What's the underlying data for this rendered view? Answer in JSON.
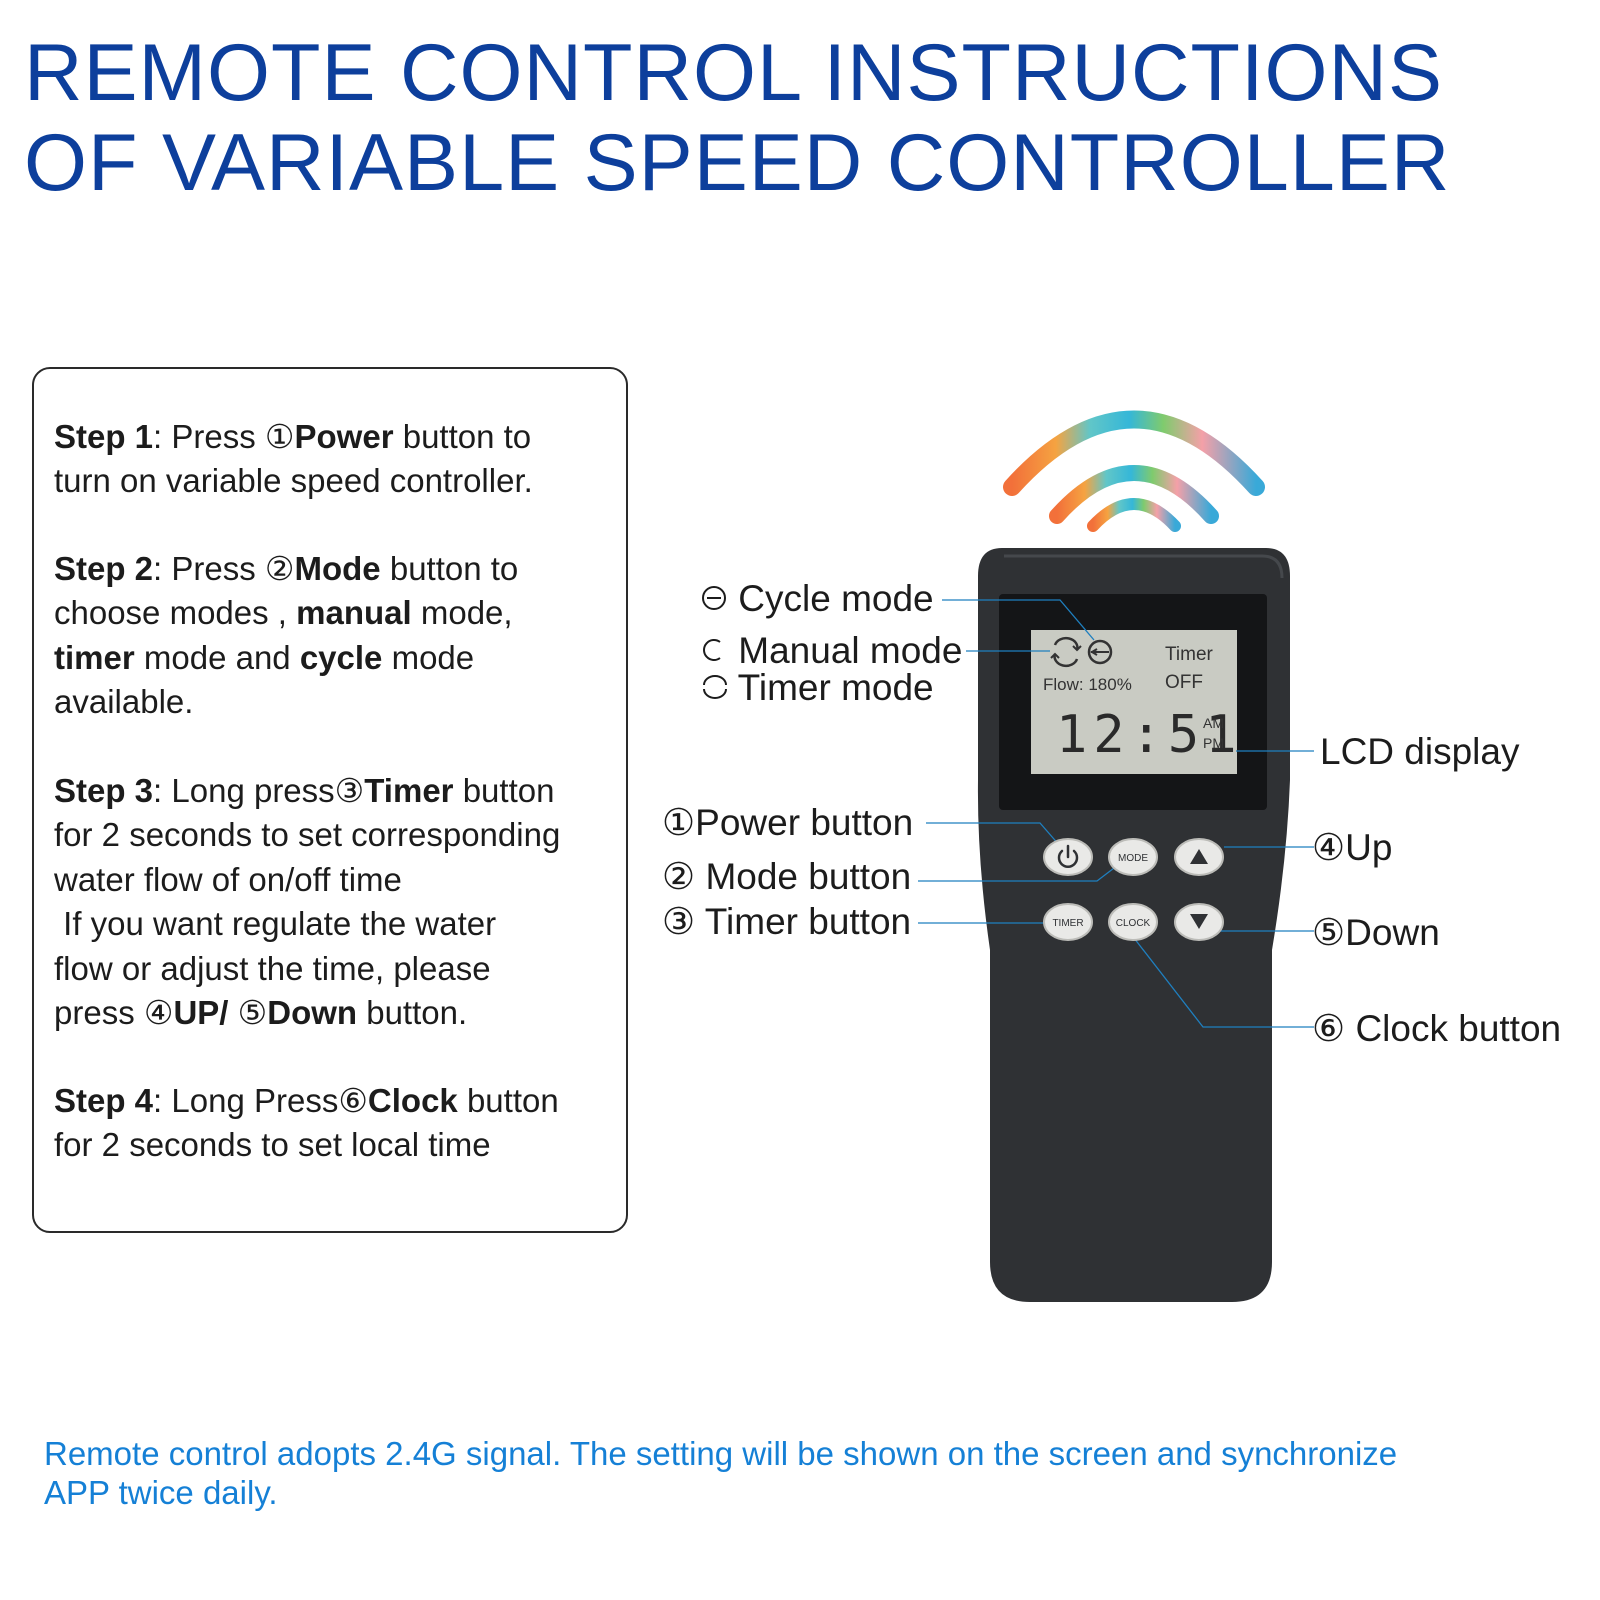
{
  "title": {
    "line1": "REMOTE CONTROL INSTRUCTIONS",
    "line2": "OF VARIABLE SPEED CONTROLLER"
  },
  "steps": {
    "step1": {
      "label": "Step 1",
      "l1a": ": Press ①",
      "l1b": "Power",
      "l1c": " button to",
      "l2": "turn on variable speed controller."
    },
    "step2": {
      "label": "Step 2",
      "l1a": ": Press  ②",
      "l1b": "Mode",
      "l1c": " button to",
      "l2a": "choose modes , ",
      "l2b": "manual",
      "l2c": " mode,",
      "l3a": "timer",
      "l3b": " mode and ",
      "l3c": "cycle",
      "l3d": " mode",
      "l4": "available."
    },
    "step3": {
      "label": "Step 3",
      "l1a": ": Long press③",
      "l1b": "Timer",
      "l1c": " button",
      "l2": "for 2 seconds to set corresponding",
      "l3": "water flow of on/off time",
      "l4": " If you want regulate the water",
      "l5": "flow or adjust the time, please",
      "l6a": "press ④",
      "l6b": "UP/",
      "l6c": " ⑤",
      "l6d": "Down",
      "l6e": " button."
    },
    "step4": {
      "label": "Step 4",
      "l1a": ": Long Press⑥",
      "l1b": "Clock",
      "l1c": " button",
      "l2": "for 2 seconds to set local time"
    }
  },
  "callouts": {
    "cycle_mode": "Cycle mode",
    "manual_mode": "Manual mode",
    "timer_mode": "Timer mode",
    "lcd_display": "LCD display",
    "power_num": "①",
    "power": "Power button",
    "mode_num": "②",
    "mode": "Mode button",
    "timer_num": "③",
    "timer": "Timer button",
    "up_num": "④",
    "up": "Up",
    "down_num": "⑤",
    "down": "Down",
    "clock_num": "⑥",
    "clock": "Clock button"
  },
  "lcd": {
    "timer_label": "Timer",
    "timer_state": "OFF",
    "flow": "Flow: 180%",
    "time": "12:51",
    "am": "AM",
    "pm": "PM"
  },
  "remote_buttons": {
    "mode": "MODE",
    "timer": "TIMER",
    "clock": "CLOCK"
  },
  "icons": {
    "cycle": "cycle-mode-icon",
    "manual": "manual-mode-icon",
    "timer": "timer-mode-icon",
    "power": "power-icon",
    "up": "up-triangle-icon",
    "down": "down-triangle-icon",
    "signal": "wireless-signal-icon"
  },
  "colors": {
    "title": "#0d3f9c",
    "footer": "#1580d6",
    "remote_body": "#2f3134",
    "lcd": "#c9cbc3",
    "leader_line": "#1f7fbf"
  },
  "footer": {
    "line1": "Remote control adopts 2.4G signal. The setting will be shown on the screen and synchronize",
    "line2": "APP twice daily."
  }
}
